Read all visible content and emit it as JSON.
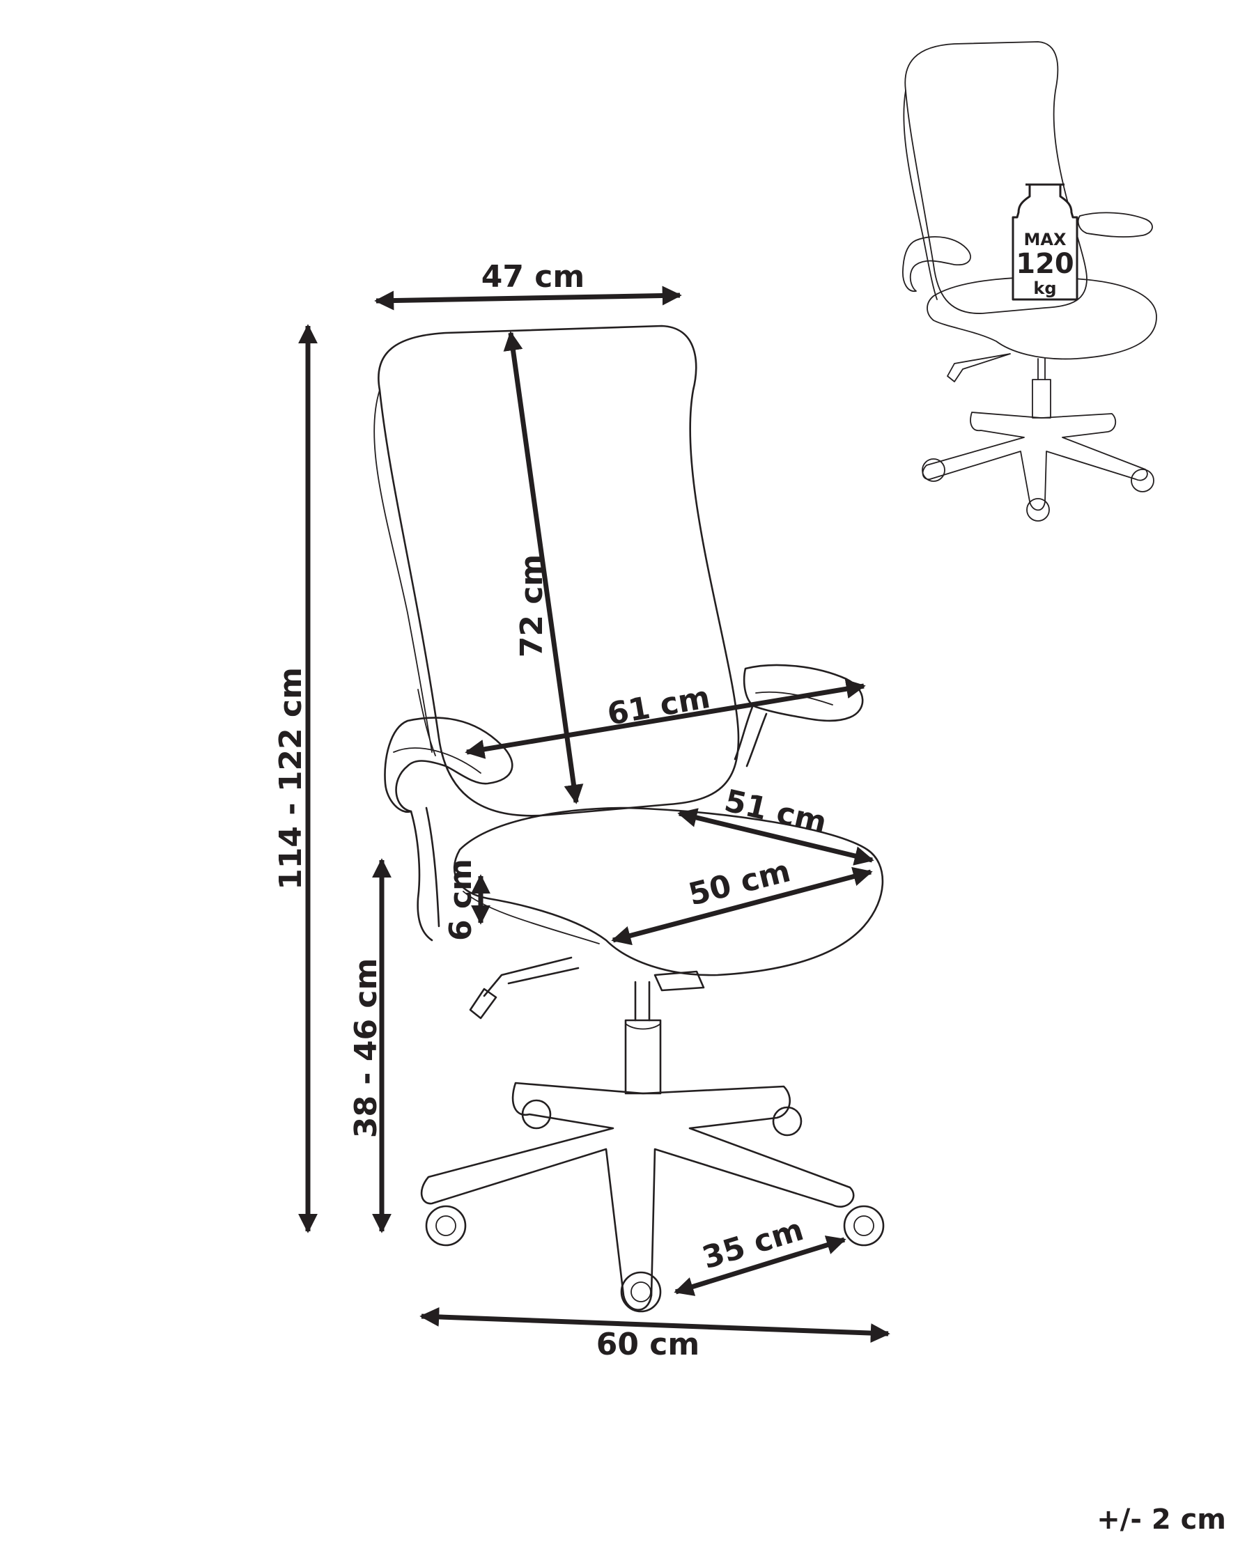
{
  "colors": {
    "line": "#231f20",
    "background": "#ffffff",
    "weight_fill": "#ffffff"
  },
  "icons": {
    "weight": "weight-icon"
  },
  "dimensions": {
    "width_back": "47 cm",
    "total_height": "114 - 122 cm",
    "back_height": "72 cm",
    "armrest_width": "61 cm",
    "seat_depth": "51 cm",
    "seat_width": "50 cm",
    "seat_thickness": "6 cm",
    "seat_height": "38 - 46 cm",
    "caster_spacing": "35 cm",
    "base_width": "60 cm"
  },
  "weight": {
    "max": "MAX",
    "value": "120",
    "unit": "kg"
  },
  "tolerance": "+/- 2 cm"
}
